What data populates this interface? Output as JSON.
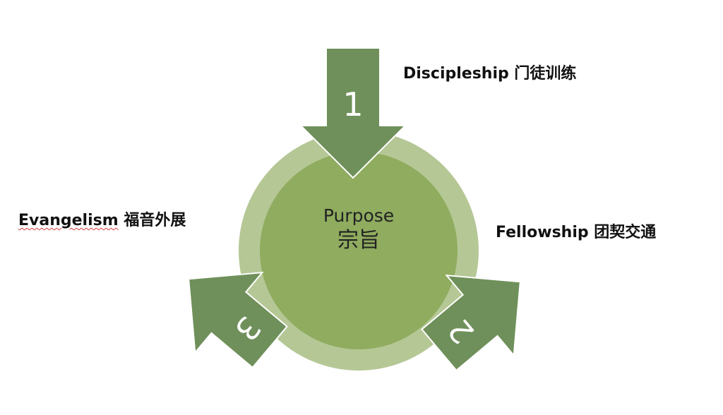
{
  "center": {
    "title": "Purpose",
    "subtitle": "宗旨"
  },
  "labels": {
    "top": {
      "en": "Discipleship",
      "zh": "门徒训练"
    },
    "right": {
      "en": "Fellowship",
      "zh": "团契交通"
    },
    "left": {
      "en": "Evangelism",
      "zh": "福音外展"
    }
  },
  "arrows": [
    {
      "number": "1"
    },
    {
      "number": "2"
    },
    {
      "number": "3"
    }
  ],
  "colors": {
    "outer_ring": "#b5c795",
    "inner_circle": "#8fac5f",
    "arrow_fill": "#6f905a",
    "arrow_stroke": "#ffffff",
    "text": "#111111"
  }
}
